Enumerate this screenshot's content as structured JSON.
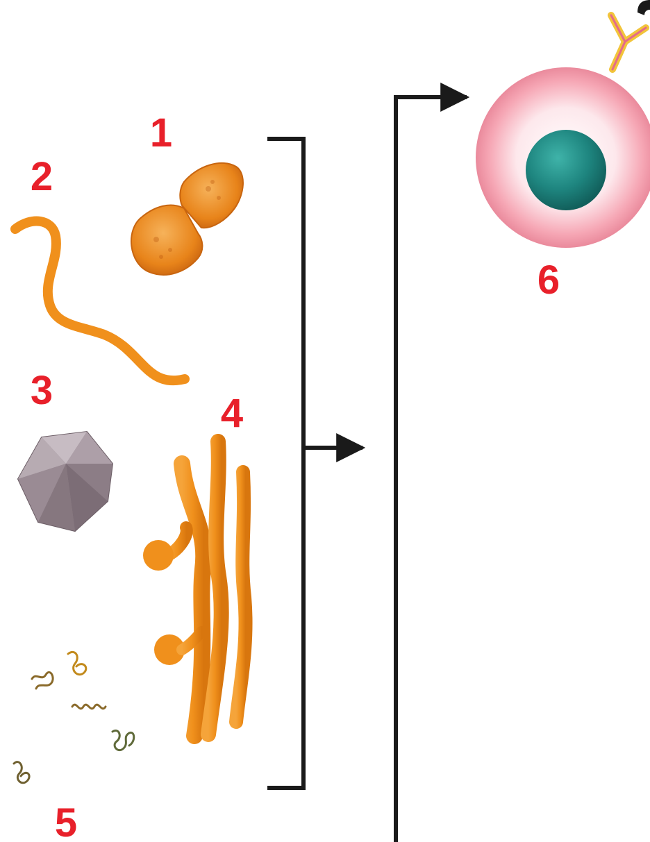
{
  "labels": {
    "n1": "1",
    "n2": "2",
    "n3": "3",
    "n4": "4",
    "n5": "5",
    "n6": "6"
  },
  "colors": {
    "label_red": "#e8202a",
    "line_black": "#1a1a1a",
    "microbe_orange": "#f0901c",
    "microbe_orange_dark": "#d06a10",
    "virus_gray": "#9c8e96",
    "cell_pink": "#f39aa8",
    "nucleus_teal": "#1f8a84",
    "antibody_yellow": "#f2c43a",
    "antibody_pink": "#e46a8a"
  },
  "icons": {
    "item1": "bacterium-dividing-icon",
    "item2": "spirochete-icon",
    "item3": "virus-icosahedron-icon",
    "item4": "fungal-hyphae-icon",
    "item5": "prion-fragments-icon",
    "item6": "immune-cell-icon"
  }
}
